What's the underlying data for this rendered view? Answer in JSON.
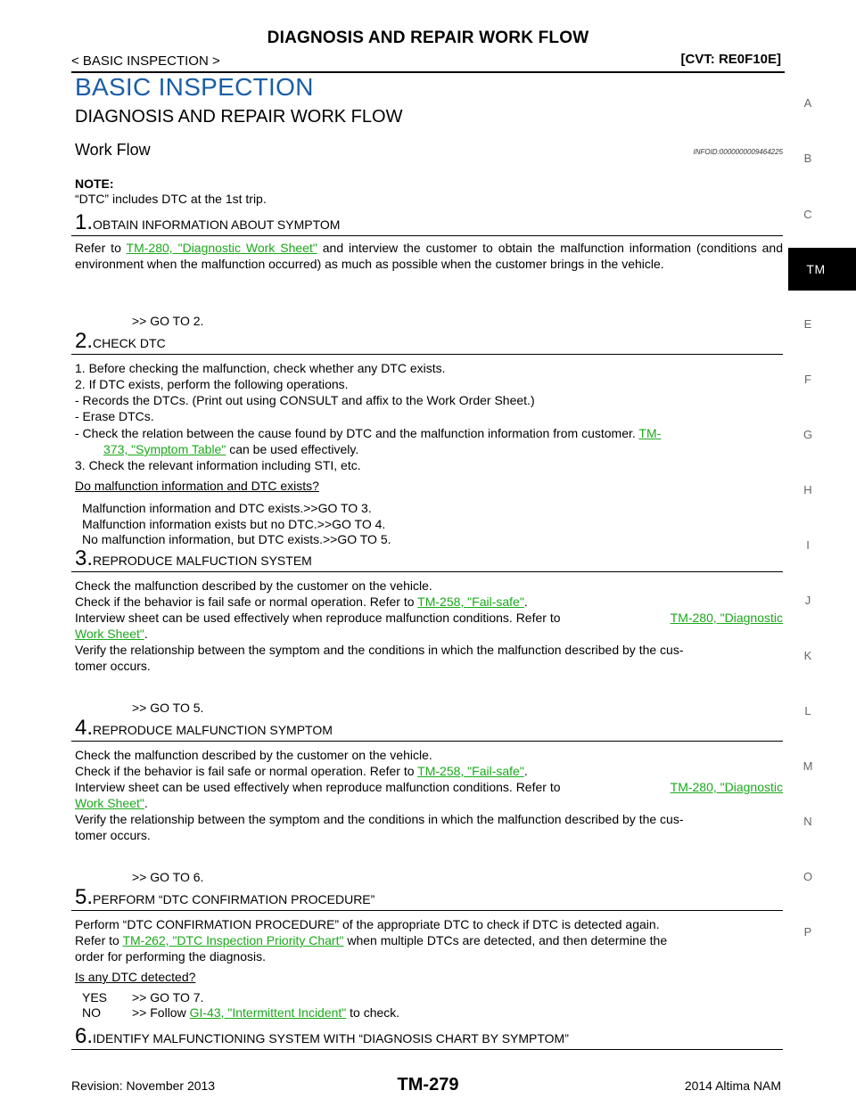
{
  "header": {
    "title": "DIAGNOSIS AND REPAIR WORK FLOW",
    "breadcrumb": "< BASIC INSPECTION >",
    "model_code": "[CVT: RE0F10E]"
  },
  "section": {
    "title": "BASIC INSPECTION",
    "subtitle": "DIAGNOSIS AND REPAIR WORK FLOW",
    "work_flow": "Work Flow",
    "info_id": "INFOID:0000000009464225"
  },
  "note": {
    "label": "NOTE:",
    "text": "“DTC” includes DTC at the 1st trip."
  },
  "steps": [
    {
      "num": "1.",
      "title": "OBTAIN INFORMATION ABOUT SYMPTOM",
      "para_pre": "Refer to ",
      "para_link": "TM-280, \"Diagnostic Work Sheet\"",
      "para_post": " and interview the customer to obtain the malfunction information (conditions and environment when the malfunction occurred) as much as possible when the customer brings in the vehicle.",
      "goto": ">> GO TO 2."
    },
    {
      "num": "2.",
      "title": "CHECK DTC",
      "items": [
        "1. Before checking the malfunction, check whether any DTC exists.",
        "2. If DTC exists, perform the following operations.",
        "- Records the DTCs. (Print out using CONSULT and affix to the Work Order Sheet.)",
        "- Erase DTCs.",
        "- Check the relation between the cause found by DTC and the malfunction information from customer. ",
        "3. Check the relevant information including STI, etc."
      ],
      "link_a": "TM-",
      "link_b": "373, \"Symptom Table\"",
      "link_tail": " can be used effectively.",
      "question": "Do malfunction information and DTC exists?",
      "answers": [
        "Malfunction information and DTC exists.>>GO TO 3.",
        "Malfunction information exists but no DTC.>>GO TO 4.",
        "No malfunction information, but DTC exists.>>GO TO 5."
      ]
    },
    {
      "num": "3.",
      "title": "REPRODUCE MALFUCTION SYSTEM",
      "l1": "Check the malfunction described by the customer on the vehicle.",
      "l2_pre": "Check if the behavior is fail safe or normal operation. Refer to ",
      "l2_link": "TM-258, \"Fail-safe\"",
      "l2_post": ".",
      "l3_pre": "Interview sheet can be used effectively when reproduce malfunction conditions. Refer to ",
      "l3_link_a": "TM-280, \"Diagnostic",
      "l3_link_b": "Work Sheet\"",
      "l3_post": ".",
      "l4": "Verify the relationship between the symptom and the conditions in which the malfunction described by the cus-",
      "l5": "tomer occurs.",
      "goto": ">> GO TO 5."
    },
    {
      "num": "4.",
      "title": "REPRODUCE MALFUNCTION SYMPTOM",
      "l1": "Check the malfunction described by the customer on the vehicle.",
      "l2_pre": "Check if the behavior is fail safe or normal operation. Refer to ",
      "l2_link": "TM-258, \"Fail-safe\"",
      "l2_post": ".",
      "l3_pre": "Interview sheet can be used effectively when reproduce malfunction conditions. Refer to ",
      "l3_link_a": "TM-280, \"Diagnostic",
      "l3_link_b": "Work Sheet\"",
      "l3_post": ".",
      "l4": "Verify the relationship between the symptom and the conditions in which the malfunction described by the cus-",
      "l5": "tomer occurs.",
      "goto": ">> GO TO 6."
    },
    {
      "num": "5.",
      "title": "PERFORM “DTC CONFIRMATION PROCEDURE”",
      "l1": "Perform “DTC CONFIRMATION PROCEDURE” of the appropriate DTC to check if DTC is detected again.",
      "l2_pre": "Refer to ",
      "l2_link": "TM-262, \"DTC Inspection Priority Chart\"",
      "l2_post": " when multiple DTCs are detected, and then determine the",
      "l3": "order for performing the diagnosis.",
      "question": "Is any DTC detected?",
      "yes_label": "YES",
      "yes_text": ">> GO TO 7.",
      "no_label": "NO",
      "no_pre": ">> Follow ",
      "no_link": "GI-43, \"Intermittent Incident\"",
      "no_post": " to check."
    },
    {
      "num": "6.",
      "title": "IDENTIFY MALFUNCTIONING SYSTEM WITH “DIAGNOSIS CHART BY SYMPTOM”"
    }
  ],
  "side_index": [
    "A",
    "B",
    "C",
    "TM",
    "E",
    "F",
    "G",
    "H",
    "I",
    "J",
    "K",
    "L",
    "M",
    "N",
    "O",
    "P"
  ],
  "footer": {
    "revision": "Revision: November 2013",
    "page": "TM-279",
    "model": "2014 Altima NAM"
  },
  "colors": {
    "link": "#1aa91a",
    "section_title": "#1a5ea8",
    "tab": "#000000"
  }
}
